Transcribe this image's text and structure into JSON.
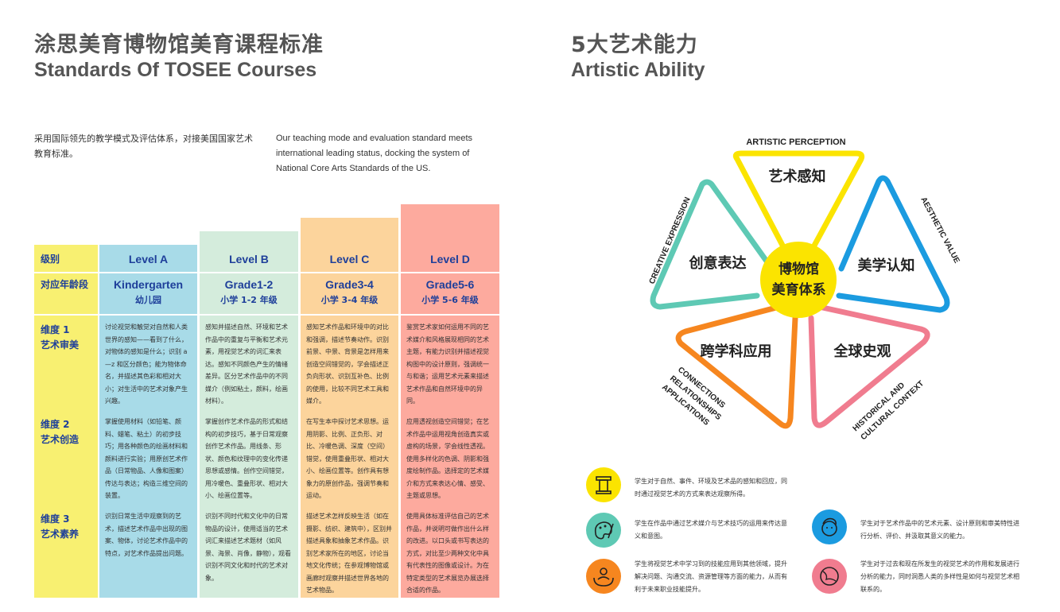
{
  "left": {
    "title_cn": "涂思美育博物馆美育课程标准",
    "title_en": "Standards Of TOSEE Courses",
    "intro_cn": "采用国际领先的教学模式及评估体系，对接美国国家艺术教育标准。",
    "intro_en": "Our teaching mode and evaluation standard meets international leading status, docking the system of National Core Arts Standards of the US."
  },
  "table": {
    "row_labels": {
      "level": "级别",
      "age": "对应年龄段",
      "dim1_a": "维度 1",
      "dim1_b": "艺术审美",
      "dim2_a": "维度 2",
      "dim2_b": "艺术创造",
      "dim3_a": "维度 3",
      "dim3_b": "艺术素养"
    },
    "columns": [
      {
        "level": "Level A",
        "grade": "Kindergarten",
        "grade_cn": "幼儿园",
        "dim1": "讨论视觉和触觉对自然和人类世界的感知——看到了什么，对物体的感知是什么；识别 a—z 和区分颜色；能为物体命名，并描述其色彩和相对大小；对生活中的艺术对象产生兴趣。",
        "dim2": "掌握使用材料（如铅笔、颜料、蜡笔、粘土）的初步技巧；用各种颜色的绘画材料和颜料进行实验；用原创艺术作品（日常物品、人像和图案）传达与表达；构造三维空间的装置。",
        "dim3": "识别日常生活中观察到的艺术，描述艺术作品中出现的图案、物体，讨论艺术作品中的特点，对艺术作品提出问题。"
      },
      {
        "level": "Level B",
        "grade": "Grade1-2",
        "grade_cn": "小学 1-2 年级",
        "dim1": "感知并描述自然、环境和艺术作品中的重复与平衡和艺术元素，用视觉艺术的词汇来表达。感知不同颜色产生的情绪差异。区分艺术作品中的不同媒介（例如粘土，颜料，绘画材料）。",
        "dim2": "掌握创作艺术作品的形式和结构的初步技巧，基于日常观察创作艺术作品。用线条、形状、颜色和纹理中的变化传递思想或感情。创作空间错觉，用冷暖色、重叠形状、相对大小、绘画位置等。",
        "dim3": "识别不同时代和文化中的日常物品的设计，使用适当的艺术词汇来描述艺术题材（如风景、海景、肖像，静物），观看识别不同文化和时代的艺术对象。"
      },
      {
        "level": "Level C",
        "grade": "Grade3-4",
        "grade_cn": "小学 3-4 年级",
        "dim1": "感知艺术作品和环境中的对比和强调，描述节奏动作。识别前景、中景、背景是怎样用来创造空间错觉的，学会描述正负向形状、识别互补色、比例的使用，比较不同艺术工具和媒介。",
        "dim2": "在写生本中探讨艺术思想。运用阴影、比例、正负形、对比、冷暖色调、深度（空间）错觉，使用重叠形状、相对大小、绘画位置等。创作具有想象力的原创作品，强调节奏和运动。",
        "dim3": "描述艺术怎样反映生活（如在摄影、纺织、建筑中），区别并描述具象和抽象艺术作品。识别艺术家所在的地区，讨论当地文化传统；在参观博物馆或画廊时观察并描述世界各地的艺术物品。"
      },
      {
        "level": "Level D",
        "grade": "Grade5-6",
        "grade_cn": "小学 5-6 年级",
        "dim1": "鉴赏艺术家如何运用不同的艺术媒介和风格展现相同的艺术主题，有能力识别并描述视觉构图中的设计原则，强调统一与和谐；运用艺术元素来描述艺术作品和自然环境中的异同。",
        "dim2": "应用透视创造空间错觉；在艺术作品中运用视角创造真实或虚构的场景，学会线性透视。使用多样化的色调、阴影和强度绘制作品。选择定的艺术媒介和方式来表达心情、感受、主题或思想。",
        "dim3": "使用具体标准评估自己的艺术作品，并说明可做作出什么样的改进。以口头或书写表达的方式，对比至少两种文化中具有代表性的图像或设计。为在特定类型的艺术展览办展选择合适的作品。"
      }
    ],
    "colors": {
      "label_col": "#f8f071",
      "A": "#a8dbe8",
      "B": "#d4ecdc",
      "C": "#fcd49c",
      "D": "#fdaa9e"
    }
  },
  "right": {
    "title_cn": "5大艺术能力",
    "title_en": "Artistic Ability",
    "center": [
      "博物馆",
      "美育体系"
    ],
    "petals": {
      "top": "艺术感知",
      "right": "美学认知",
      "left": "创意表达",
      "bottom_left": "跨学科应用",
      "bottom_right": "全球史观"
    },
    "outer_labels": {
      "top": "ARTISTIC PERCEPTION",
      "right": "AESTHETIC VALUE",
      "left": "CREATIVE EXPRESSION",
      "bottom_left_1": "CONNECTIONS",
      "bottom_left_2": "RELATIONSHIPS",
      "bottom_left_3": "APPLICATIONS",
      "bottom_right_1": "HISTORICAL AND",
      "bottom_right_2": "CULTURAL CONTEXT"
    },
    "petal_colors": {
      "top": "#fbe400",
      "right": "#1b9be0",
      "left": "#5ec9b4",
      "bottom_left": "#f6861f",
      "bottom_right": "#f07c8f",
      "center": "#fbe400"
    },
    "descriptions": [
      {
        "icon": "column-icon",
        "color": "#fbe400",
        "text": "学生对于自然、事件、环境及艺术品的感知和回应，同时通过视觉艺术的方式来表达观察所得。"
      },
      {
        "icon": "palette-icon",
        "color": "#5ec9b4",
        "text": "学生在作品中通过艺术媒介与艺术技巧的运用来传达意义和意图。"
      },
      {
        "icon": "thinking-face-icon",
        "color": "#1b9be0",
        "text": "学生对于艺术作品中的艺术元素、设计原则和审美特性进行分析、评价、并汲取其意义的能力。"
      },
      {
        "icon": "hands-people-icon",
        "color": "#f6861f",
        "text": "学生将视觉艺术中学习到的技能应用到其他领域，提升解决问题、沟通交流、资源管理等方面的能力，从而有利于未来职业技能提升。"
      },
      {
        "icon": "globe-face-icon",
        "color": "#f07c8f",
        "text": "学生对于过去和现在所发生的视觉艺术的作用和发展进行分析的能力，同时洞悉人类的多样性是如何与视觉艺术相联系的。"
      }
    ]
  }
}
